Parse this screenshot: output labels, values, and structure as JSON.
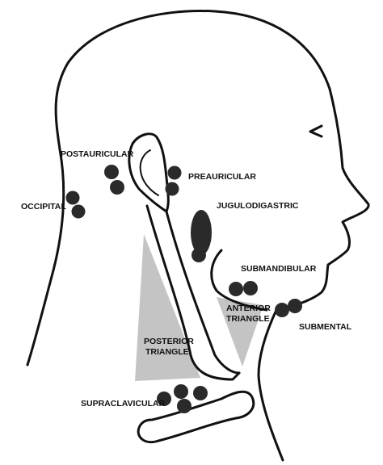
{
  "labels": {
    "postauricular": "POSTAURICULAR",
    "preauricular": "PREAURICULAR",
    "occipital": "OCCIPITAL",
    "jugulodigastric": "JUGULODIGASTRIC",
    "submandibular": "SUBMANDIBULAR",
    "anterior_triangle_line1": "ANTERIOR",
    "anterior_triangle_line2": "TRIANGLE",
    "submental": "SUBMENTAL",
    "posterior_triangle_line1": "POSTERIOR",
    "posterior_triangle_line2": "TRIANGLE",
    "supraclavicular": "SUPRACLAVICULAR"
  },
  "colors": {
    "outline": "#111111",
    "node": "#2a2a2a",
    "triangle_fill": "#c4c4c4",
    "background": "#ffffff"
  }
}
